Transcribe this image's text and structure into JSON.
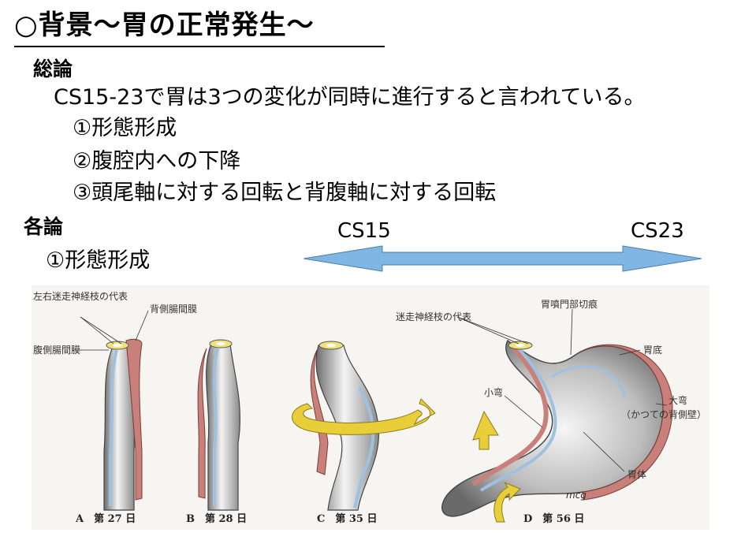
{
  "title": "○背景～胃の正常発生～",
  "overview": {
    "heading": "総論",
    "summary": "CS15-23で胃は3つの変化が同時に進行すると言われている。",
    "changes": [
      "①形態形成",
      "②腹腔内への下降",
      "③頭尾軸に対する回転と背腹軸に対する回転"
    ]
  },
  "details": {
    "heading": "各論",
    "subheading": "①形態形成"
  },
  "timeline": {
    "start": "CS15",
    "end": "CS23",
    "arrow_color": "#7fb6e3"
  },
  "figure": {
    "labels": {
      "vagus": "左右迷走神経枝の代表",
      "dorsal_mesentery": "背側腸間膜",
      "ventral_mesentery": "腹側腸間膜",
      "vagus_rep": "迷走神経枝の代表",
      "pylorus_notch": "胃噴門部切痕",
      "fundus": "胃底",
      "lesser_curvature": "小弯",
      "greater_curvature": "大弯",
      "greater_note": "（かつての背側壁）",
      "body": "胃体",
      "signature": "mcg"
    },
    "captions": [
      "A　第 27 日",
      "B　第 28 日",
      "C　第 35 日",
      "D　第 56 日"
    ],
    "colors": {
      "tube": "#d8d8d8",
      "mesentery": "#c9807a",
      "nerve": "#9fc1e0",
      "ring": "#f2e27a",
      "rotation": "#e8cf3a"
    }
  }
}
